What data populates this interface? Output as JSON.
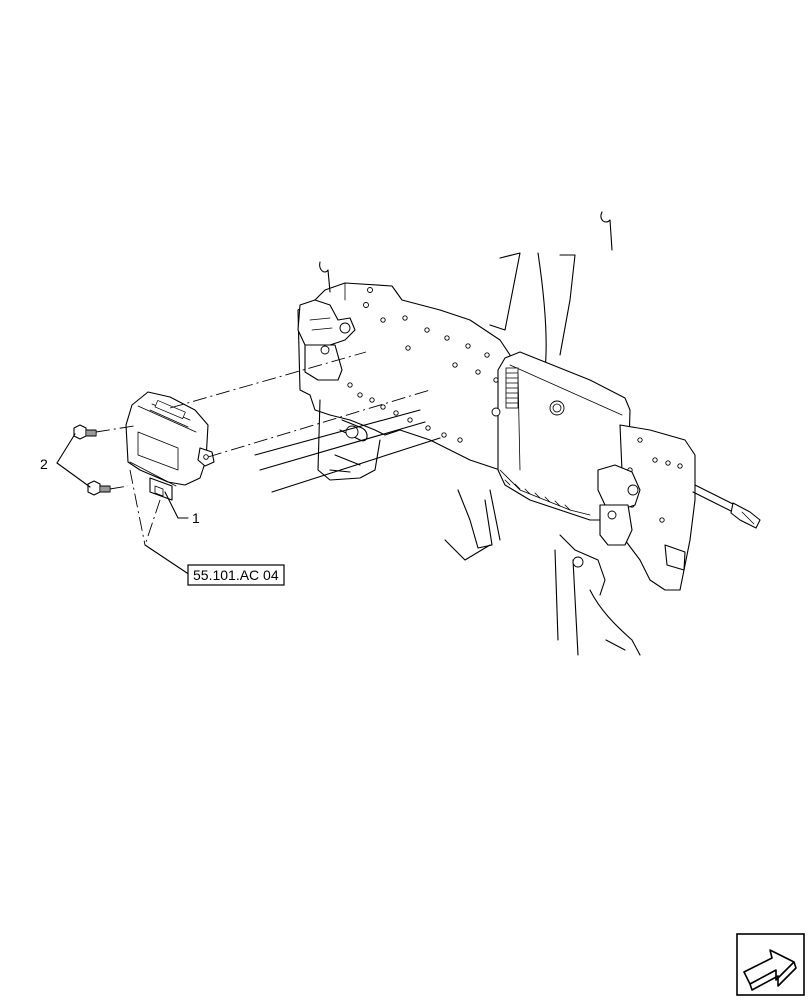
{
  "callouts": {
    "item1": "1",
    "item2": "2"
  },
  "reference": {
    "label": "55.101.AC 04"
  },
  "nav_icon": "next-page-arrow-icon"
}
